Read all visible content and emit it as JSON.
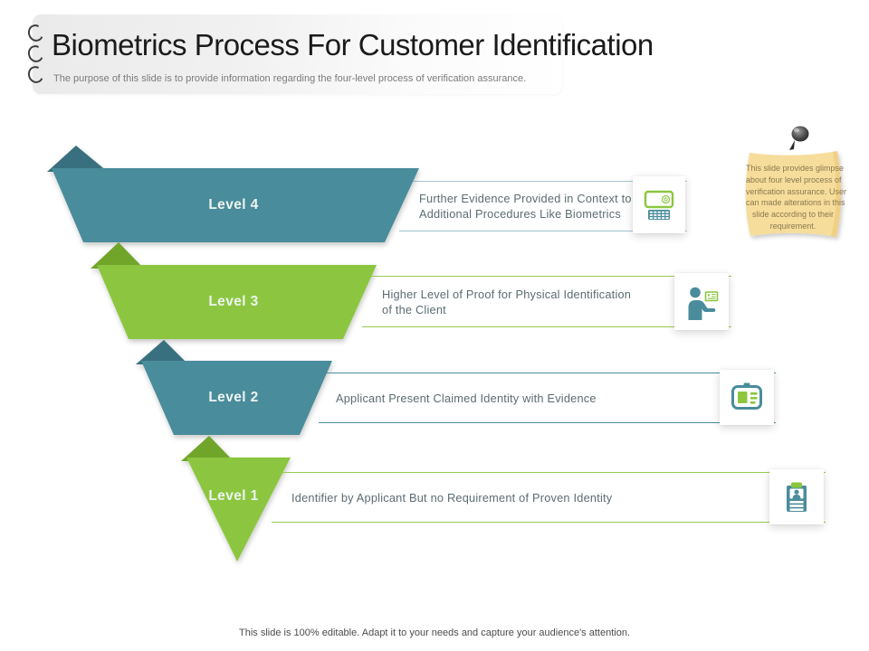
{
  "slide": {
    "title": "Biometrics Process For Customer Identification",
    "subtitle": "The purpose of this slide is to provide information regarding the four-level process of verification assurance.",
    "footer": "This slide is 100% editable. Adapt it to your needs and capture your audience's attention."
  },
  "levels": [
    {
      "label": "Level 4",
      "desc_line1": "Further Evidence Provided in Context to",
      "desc_line2": "Additional Procedures Like Biometrics",
      "icon": "biometric-device-icon",
      "shape_color": "#4A8C9B",
      "fold_color": "#37707F"
    },
    {
      "label": "Level 3",
      "desc_line1": "Higher Level of Proof for Physical Identification",
      "desc_line2": "of the Client",
      "icon": "person-id-card-icon",
      "shape_color": "#8CC63F",
      "fold_color": "#6FA52C"
    },
    {
      "label": "Level 2",
      "desc_line1": "Applicant Present Claimed Identity with Evidence",
      "desc_line2": "",
      "icon": "id-badge-icon",
      "shape_color": "#4A8C9B",
      "fold_color": "#37707F"
    },
    {
      "label": "Level 1",
      "desc_line1": "Identifier by Applicant But no Requirement of Proven Identity",
      "desc_line2": "",
      "icon": "clipboard-person-icon",
      "shape_color": "#8CC63F",
      "fold_color": "#6FA52C"
    }
  ],
  "note": {
    "lines": [
      "This slide provides glimpse",
      "about four level process of",
      "verification assurance. User",
      "can made alterations in this",
      "slide according to their",
      "requirement."
    ],
    "pin_icon": "push-pin-icon",
    "bg_color": "#F7DD9B"
  },
  "colors": {
    "teal": "#4A8C9B",
    "teal_dark": "#37707F",
    "green": "#8CC63F",
    "green_dark": "#6FA52C",
    "note_yellow": "#F7DD9B",
    "desc_text": "#5C6C72"
  }
}
